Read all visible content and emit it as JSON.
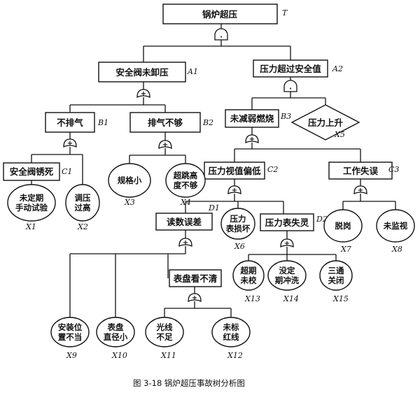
{
  "diagram": {
    "top_event": {
      "text": "锅炉超压",
      "label": "T"
    },
    "gates": {
      "or": "+",
      "and": "·"
    },
    "intermediate": [
      {
        "id": "A1",
        "text": "安全阀未卸压",
        "label": "A1"
      },
      {
        "id": "A2",
        "text": "压力超过安全值",
        "label": "A2"
      },
      {
        "id": "B1",
        "text": "不排气",
        "label": "B1"
      },
      {
        "id": "B2",
        "text": "排气不够",
        "label": "B2"
      },
      {
        "id": "B3",
        "text": "未减弱燃烧",
        "label": "B3"
      },
      {
        "id": "C1",
        "text": "安全阀锈死",
        "label": "C1"
      },
      {
        "id": "C2",
        "text": "压力视值偏低",
        "label": "C2"
      },
      {
        "id": "C3",
        "text": "工作失误",
        "label": "C3"
      },
      {
        "id": "D1",
        "text": "读数误差",
        "label": "D1"
      },
      {
        "id": "D2",
        "text": "压力表失灵",
        "label": "D2"
      },
      {
        "id": "G1",
        "text": "表盘看不清",
        "label": ""
      }
    ],
    "house_event": {
      "text": "压力上升",
      "label": "X5"
    },
    "basic_events": [
      {
        "id": "X1",
        "lines": [
          "未定期",
          "手动试验"
        ],
        "label": "X1"
      },
      {
        "id": "X2",
        "lines": [
          "调压",
          "过高"
        ],
        "label": "X2"
      },
      {
        "id": "X3",
        "lines": [
          "规格小"
        ],
        "label": "X3"
      },
      {
        "id": "X4",
        "lines": [
          "超跳高",
          "度不够"
        ],
        "label": "X4"
      },
      {
        "id": "X6",
        "lines": [
          "压力",
          "表损坏"
        ],
        "label": "X6"
      },
      {
        "id": "X7",
        "lines": [
          "脱岗"
        ],
        "label": "X7"
      },
      {
        "id": "X8",
        "lines": [
          "未监视"
        ],
        "label": "X8"
      },
      {
        "id": "X9",
        "lines": [
          "安装位",
          "置不当"
        ],
        "label": "X9"
      },
      {
        "id": "X10",
        "lines": [
          "表盘",
          "直径小"
        ],
        "label": "X10"
      },
      {
        "id": "X11",
        "lines": [
          "光线",
          "不足"
        ],
        "label": "X11"
      },
      {
        "id": "X12",
        "lines": [
          "未标",
          "红线"
        ],
        "label": "X12"
      },
      {
        "id": "X13",
        "lines": [
          "超期",
          "未校"
        ],
        "label": "X13"
      },
      {
        "id": "X14",
        "lines": [
          "没定",
          "期冲洗"
        ],
        "label": "X14"
      },
      {
        "id": "X15",
        "lines": [
          "三通",
          "关闭"
        ],
        "label": "X15"
      }
    ]
  },
  "caption": "图 3-18  锅炉超压事故树分析图"
}
